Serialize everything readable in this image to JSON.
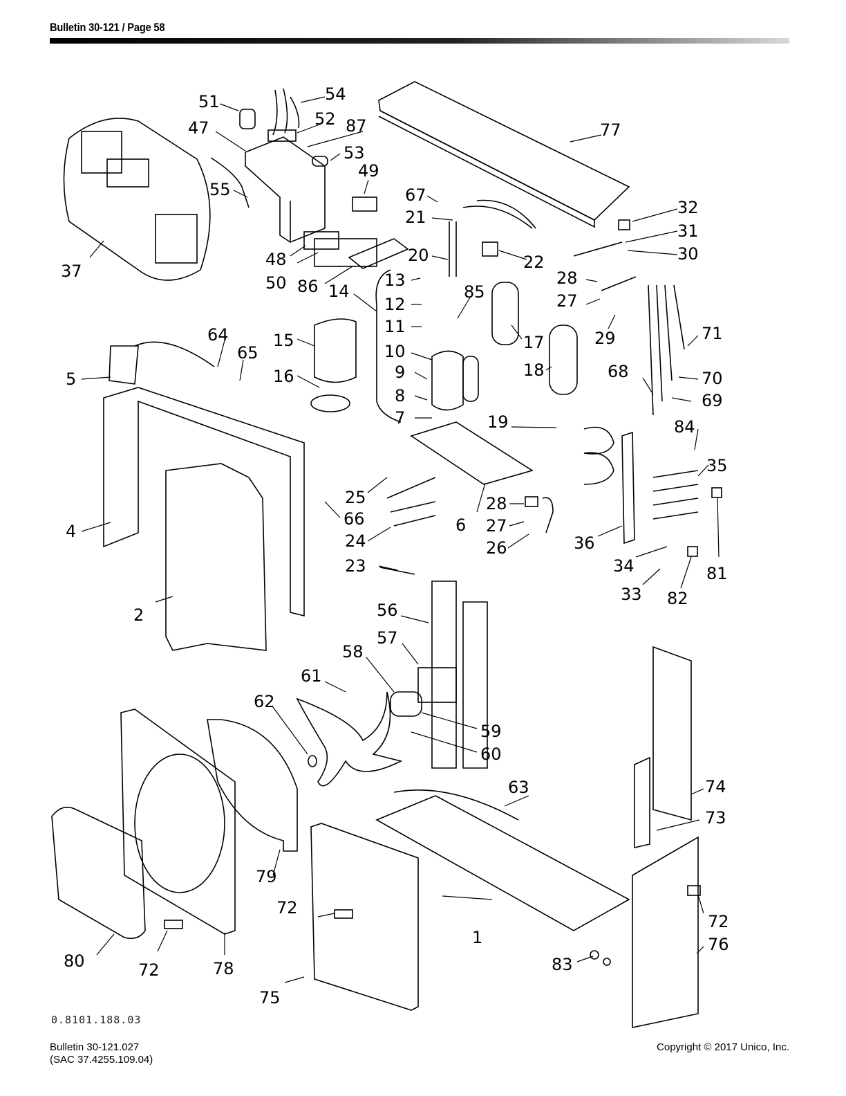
{
  "header": {
    "title": "Bulletin 30-121 / Page 58"
  },
  "footer": {
    "bulletin": "Bulletin 30-121.027",
    "sac": "(SAC 37.4255.109.04)",
    "copyright": "Copyright © 2017 Unico, Inc."
  },
  "drawing_id": "0.8101.188.03",
  "callouts": [
    "1",
    "2",
    "4",
    "5",
    "6",
    "7",
    "8",
    "9",
    "10",
    "11",
    "12",
    "13",
    "14",
    "15",
    "16",
    "17",
    "18",
    "19",
    "20",
    "21",
    "22",
    "23",
    "24",
    "25",
    "26",
    "27",
    "28",
    "29",
    "30",
    "31",
    "32",
    "33",
    "34",
    "35",
    "36",
    "37",
    "47",
    "48",
    "49",
    "50",
    "51",
    "52",
    "53",
    "54",
    "55",
    "56",
    "57",
    "58",
    "59",
    "60",
    "61",
    "62",
    "63",
    "64",
    "65",
    "66",
    "67",
    "68",
    "69",
    "70",
    "71",
    "72",
    "73",
    "74",
    "75",
    "76",
    "77",
    "78",
    "79",
    "80",
    "81",
    "82",
    "83",
    "84",
    "85",
    "86",
    "87"
  ]
}
